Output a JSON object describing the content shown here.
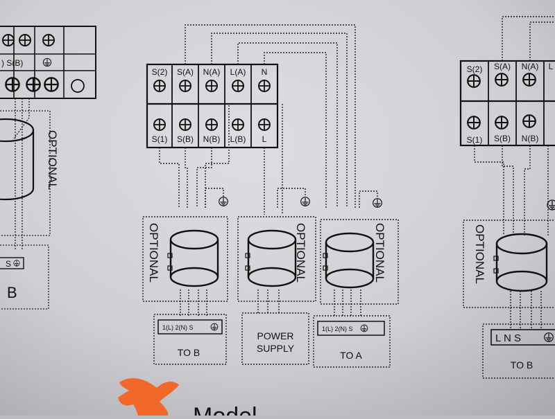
{
  "center_block": {
    "top_terminals": [
      "S(2)",
      "S(A)",
      "N(A)",
      "L(A)",
      "N"
    ],
    "bottom_terminals": [
      "S(1)",
      "S(B)",
      "N(B)",
      "L(B)",
      "L"
    ]
  },
  "right_block": {
    "top_terminals": [
      "S(2)",
      "S(A)",
      "N(A)",
      "L"
    ],
    "bottom_terminals": [
      "S(1)",
      "S(B)",
      "N(B)"
    ]
  },
  "left_block": {
    "mid_label": ") S(B)"
  },
  "optional_label": "OPTIONAL",
  "connectors": {
    "to_b_terminals": "1(L) 2(N) S",
    "to_a_terminals": "1(L) 2(N) S",
    "to_b_label": "TO B",
    "to_a_label": "TO A",
    "power_supply_line1": "POWER",
    "power_supply_line2": "SUPPLY",
    "right_lns": "L N S",
    "right_to_b": "TO B",
    "left_s": "S",
    "left_b": "B"
  },
  "footer_partial": "Model"
}
